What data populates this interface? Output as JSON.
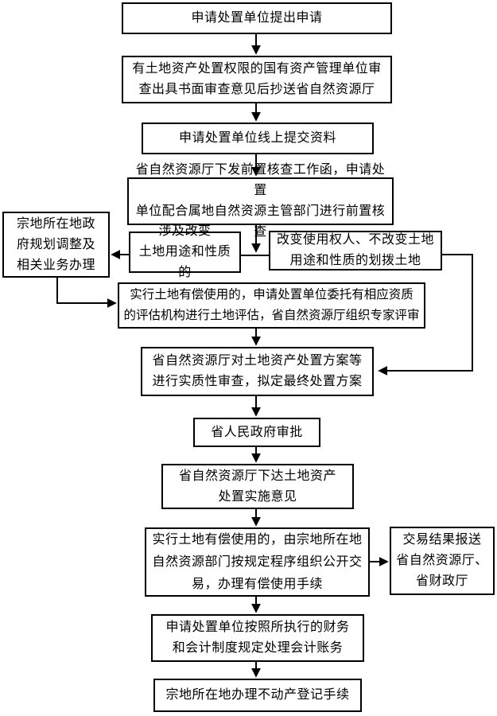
{
  "colors": {
    "ink": "#000000",
    "background": "#ffffff"
  },
  "nodes": [
    {
      "id": "submit-application",
      "text": "申请处置单位提出申请"
    },
    {
      "id": "asset-authority-review",
      "text": "有土地资产处置权限的国有资产管理单位审\n查出具书面审查意见后抄送省自然资源厅"
    },
    {
      "id": "online-submission",
      "text": "申请处置单位线上提交资料"
    },
    {
      "id": "pre-check",
      "text": "省自然资源厅下发前置核查工作函，申请处置\n单位配合属地自然资源主管部门进行前置核查"
    },
    {
      "id": "local-gov-planning",
      "text": "宗地所在地政\n府规划调整及\n相关业务办理"
    },
    {
      "id": "change-use-and-nature",
      "text": "涉及改变\n土地用途和性质的"
    },
    {
      "id": "change-holder-allocated",
      "text": "改变使用权人、不改变土地\n用途和性质的划拨土地"
    },
    {
      "id": "paid-use-appraisal",
      "text": "实行土地有偿使用的，申请处置单位委托有相应资质\n的评估机构进行土地评估，省自然资源厅组织专家评审"
    },
    {
      "id": "substantive-review",
      "text": "省自然资源厅对土地资产处置方案等\n进行实质性审查，拟定最终处置方案"
    },
    {
      "id": "provincial-gov-approval",
      "text": "省人民政府审批"
    },
    {
      "id": "implementation-opinion",
      "text": "省自然资源厅下达土地资产\n处置实施意见"
    },
    {
      "id": "public-trading",
      "text": "实行土地有偿使用的，由宗地所在地\n自然资源部门按规定程序组织公开交\n易，办理有偿使用手续"
    },
    {
      "id": "trade-result-report",
      "text": "交易结果报送\n省自然资源厅、\n省财政厅"
    },
    {
      "id": "accounting-treatment",
      "text": "申请处置单位按照所执行的财务\n和会计制度规定处理会计账务"
    },
    {
      "id": "real-estate-registration",
      "text": "宗地所在地办理不动产登记手续"
    }
  ]
}
